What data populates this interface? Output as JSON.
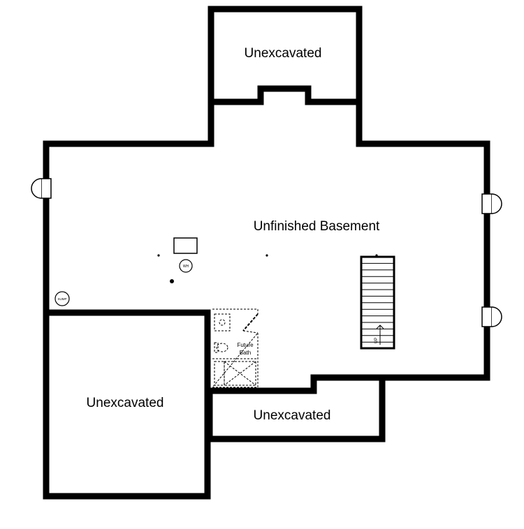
{
  "plan": {
    "rooms": {
      "unexcavated_top": "Unexcavated",
      "unfinished_basement": "Unfinished Basement",
      "unexcavated_left": "Unexcavated",
      "unexcavated_bottom": "Unexcavated",
      "future_bath_line1": "Future",
      "future_bath_line2": "Bath"
    },
    "fixtures": {
      "water_heater": "WH",
      "sump": "SUMP",
      "stair_direction": "UP"
    },
    "colors": {
      "wall": "#000000",
      "background": "#ffffff",
      "dashed_fixture": "#000000"
    }
  }
}
